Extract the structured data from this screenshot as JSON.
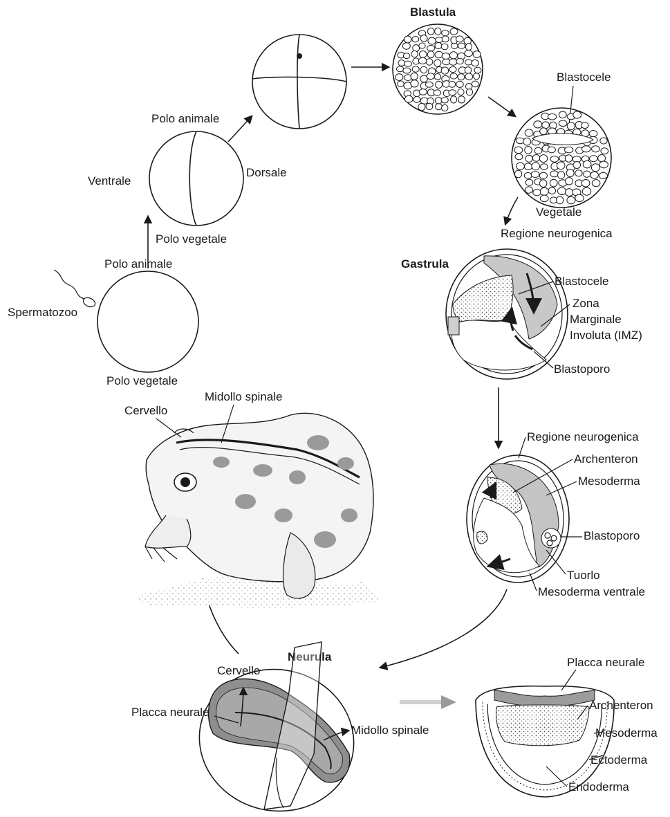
{
  "labels": {
    "spermatozoo": "Spermatozoo",
    "egg_polo_animale": "Polo animale",
    "egg_polo_vegetale": "Polo vegetale",
    "two_cell_polo_animale": "Polo animale",
    "two_cell_polo_vegetale": "Polo vegetale",
    "ventrale": "Ventrale",
    "dorsale": "Dorsale",
    "blastula_title": "Blastula",
    "blastula_blastocele": "Blastocele",
    "vegetale": "Vegetale",
    "gastrula_regione_neurogenica": "Regione neurogenica",
    "gastrula_title": "Gastrula",
    "gastrula_blastocele": "Blastocele",
    "zona": "Zona",
    "marginale": "Marginale",
    "involuta": "Involuta (IMZ)",
    "gastrula_blastoporo": "Blastoporo",
    "late_regione_neurogenica": "Regione neurogenica",
    "late_archenteron": "Archenteron",
    "late_mesoderma": "Mesoderma",
    "late_blastoporo": "Blastoporo",
    "tuorlo": "Tuorlo",
    "mesoderma_ventrale": "Mesoderma ventrale",
    "frog_cervello": "Cervello",
    "frog_midollo_spinale": "Midollo spinale",
    "neurula_title": "Neurula",
    "neurula_cervello": "Cervello",
    "neurula_placca_neurale": "Placca neurale",
    "neurula_midollo_spinale": "Midollo spinale",
    "section_placca_neurale": "Placca neurale",
    "section_archenteron": "Archenteron",
    "section_mesoderma": "Mesoderma",
    "section_ectoderma": "Ectoderma",
    "section_endoderma": "Endoderma"
  },
  "colors": {
    "ink": "#1a1a1a",
    "stipple_gray": "#b9b9b9",
    "dark_gray": "#8a8a8a",
    "light_gray": "#dcdcdc"
  }
}
